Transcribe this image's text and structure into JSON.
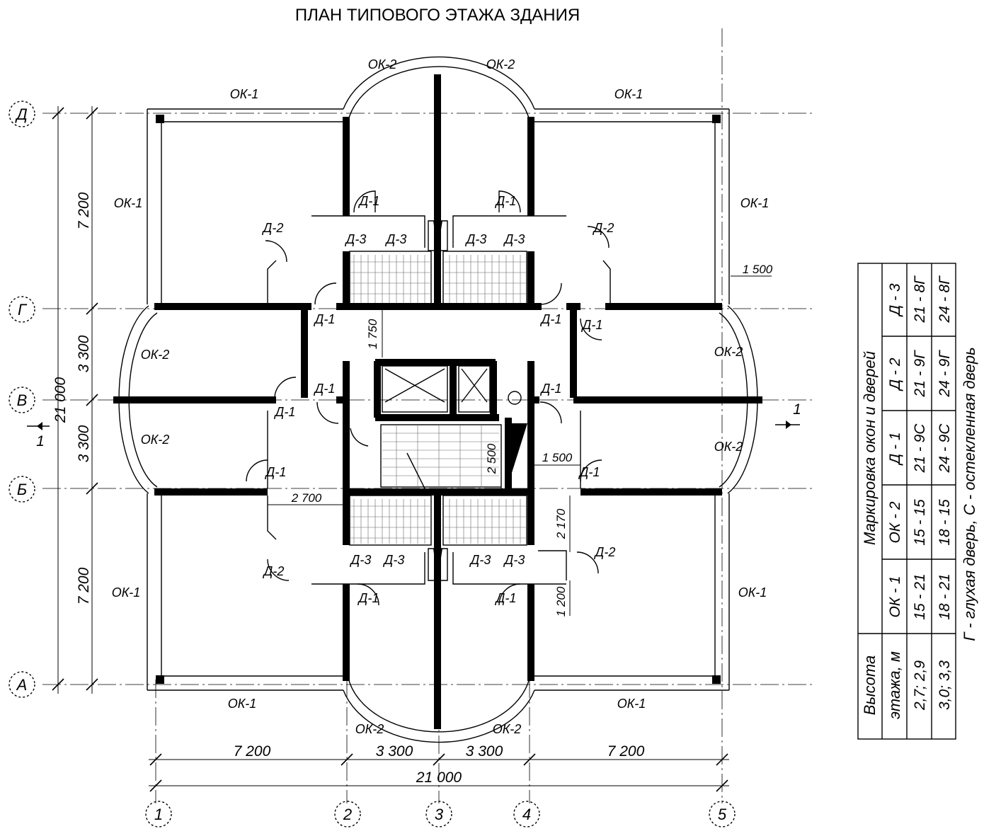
{
  "title": "ПЛАН ТИПОВОГО ЭТАЖА ЗДАНИЯ",
  "axes": {
    "letters": [
      "Д",
      "Г",
      "В",
      "Б",
      "А"
    ],
    "numbers": [
      "1",
      "2",
      "3",
      "4",
      "5"
    ]
  },
  "dimensions": {
    "bottom_spans": [
      "7 200",
      "3 300",
      "3 300",
      "7 200"
    ],
    "bottom_total": "21 000",
    "left_spans": [
      "7 200",
      "3 300",
      "3 300",
      "7 200"
    ],
    "left_total": "21 000",
    "inner": {
      "d1750": "1 750",
      "d2500": "2 500",
      "d1500_mid": "1 500",
      "d1500_right": "1 500",
      "d2700": "2 700",
      "d2170": "2 170",
      "d1200": "1 200"
    }
  },
  "labels": {
    "ok1": "ОК-1",
    "ok2": "ОК-2",
    "d1": "Д-1",
    "d2": "Д-2",
    "d3": "Д-3"
  },
  "section_mark": "1",
  "legend_table": {
    "heading": "Маркировка окон и дверей",
    "height_header": [
      "Высота",
      "этажа, м"
    ],
    "columns": [
      "ОК - 1",
      "ОК - 2",
      "Д - 1",
      "Д - 2",
      "Д - 3"
    ],
    "rows": [
      {
        "height": "2,7; 2,9",
        "values": [
          "15 - 21",
          "15 - 15",
          "21 - 9С",
          "21 - 9Г",
          "21 - 8Г"
        ]
      },
      {
        "height": "3,0; 3,3",
        "values": [
          "18 - 21",
          "18 - 15",
          "24 - 9С",
          "24 - 9Г",
          "24 - 8Г"
        ]
      }
    ],
    "note": "Г - глухая дверь, С - остекленная дверь"
  }
}
